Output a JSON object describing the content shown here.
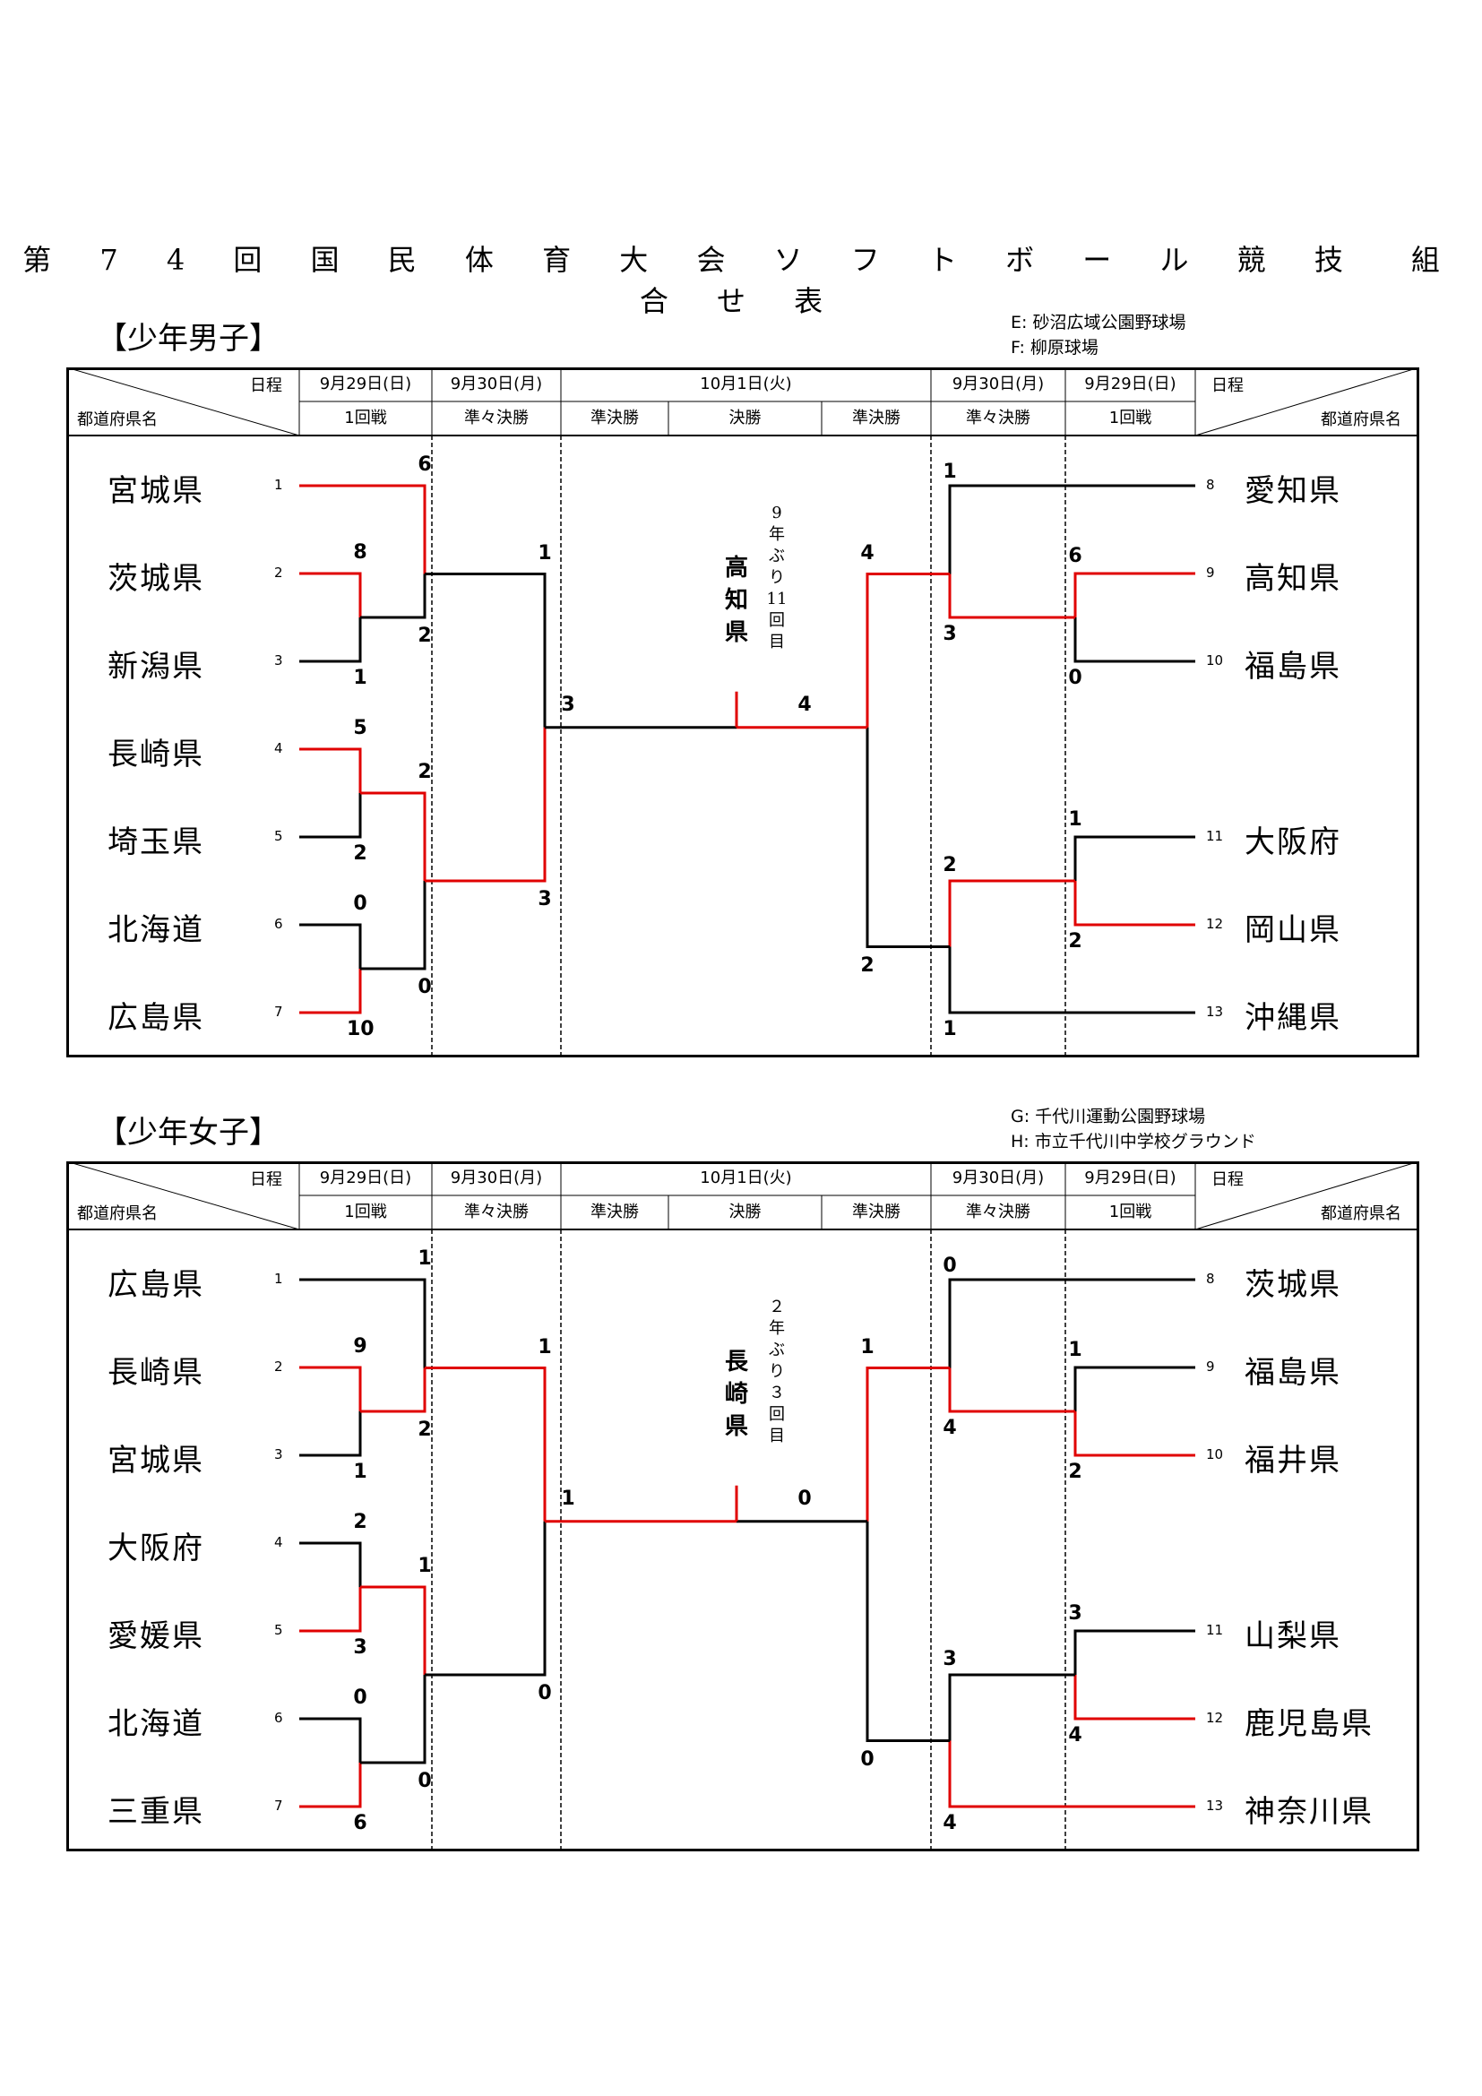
{
  "title": "第 7 4 回 国 民 体 育 大 会 ソ フ ト ボ ー ル 競 技　組 合 せ 表",
  "header": {
    "schedule_label": "日程",
    "pref_label": "都道府県名",
    "dates": [
      "9月29日(日)",
      "9月30日(月)",
      "10月1日(火)",
      "9月30日(月)",
      "9月29日(日)"
    ],
    "rounds": [
      "1回戦",
      "準々決勝",
      "準決勝",
      "決勝",
      "準決勝",
      "準々決勝",
      "1回戦"
    ]
  },
  "colors": {
    "win_line": "#e00000",
    "line": "#000000"
  },
  "boys": {
    "label": "【少年男子】",
    "venues": [
      "E: 砂沼広域公園野球場",
      "F: 柳原球場"
    ],
    "left_teams": [
      {
        "seed": "1",
        "name": "宮城県"
      },
      {
        "seed": "2",
        "name": "茨城県"
      },
      {
        "seed": "3",
        "name": "新潟県"
      },
      {
        "seed": "4",
        "name": "長崎県"
      },
      {
        "seed": "5",
        "name": "埼玉県"
      },
      {
        "seed": "6",
        "name": "北海道"
      },
      {
        "seed": "7",
        "name": "広島県"
      }
    ],
    "right_teams": [
      {
        "seed": "8",
        "name": "愛知県"
      },
      {
        "seed": "9",
        "name": "高知県"
      },
      {
        "seed": "10",
        "name": "福島県"
      },
      {
        "seed": "11",
        "name": "大阪府"
      },
      {
        "seed": "12",
        "name": "岡山県"
      },
      {
        "seed": "13",
        "name": "沖縄県"
      }
    ],
    "champion": [
      "高",
      "知",
      "県"
    ],
    "champion_note": [
      "9",
      "年",
      "ぶ",
      "り",
      "11",
      "回",
      "目"
    ],
    "scores": {
      "r1_2v3": [
        "8",
        "1"
      ],
      "r1_4v5": [
        "5",
        "2"
      ],
      "r1_6v7": [
        "0",
        "10"
      ],
      "qf_1v23": [
        "6",
        "2"
      ],
      "qf_45v67": [
        "2",
        "0"
      ],
      "sf_left": [
        "1",
        "3"
      ],
      "final": [
        "3",
        "4"
      ],
      "sf_right": [
        "4",
        "2"
      ],
      "qf_8v910": [
        "1",
        "3"
      ],
      "r1_9v10": [
        "6",
        "0"
      ],
      "r1_11v12": [
        "1",
        "2"
      ],
      "qf_1112v13": [
        "2",
        "1"
      ]
    }
  },
  "girls": {
    "label": "【少年女子】",
    "venues": [
      "G: 千代川運動公園野球場",
      "H: 市立千代川中学校グラウンド"
    ],
    "left_teams": [
      {
        "seed": "1",
        "name": "広島県"
      },
      {
        "seed": "2",
        "name": "長崎県"
      },
      {
        "seed": "3",
        "name": "宮城県"
      },
      {
        "seed": "4",
        "name": "大阪府"
      },
      {
        "seed": "5",
        "name": "愛媛県"
      },
      {
        "seed": "6",
        "name": "北海道"
      },
      {
        "seed": "7",
        "name": "三重県"
      }
    ],
    "right_teams": [
      {
        "seed": "8",
        "name": "茨城県"
      },
      {
        "seed": "9",
        "name": "福島県"
      },
      {
        "seed": "10",
        "name": "福井県"
      },
      {
        "seed": "11",
        "name": "山梨県"
      },
      {
        "seed": "12",
        "name": "鹿児島県"
      },
      {
        "seed": "13",
        "name": "神奈川県"
      }
    ],
    "champion": [
      "長",
      "崎",
      "県"
    ],
    "champion_note": [
      "２",
      "年",
      "ぶ",
      "り",
      "３",
      "回",
      "目"
    ],
    "scores": {
      "r1_2v3": [
        "9",
        "1"
      ],
      "r1_4v5": [
        "2",
        "3"
      ],
      "r1_6v7": [
        "0",
        "6"
      ],
      "qf_1v23": [
        "1",
        "2"
      ],
      "qf_45v67": [
        "1",
        "0"
      ],
      "sf_left": [
        "1",
        "0"
      ],
      "final": [
        "1",
        "0"
      ],
      "sf_right": [
        "1",
        "0"
      ],
      "qf_8v910": [
        "0",
        "4"
      ],
      "r1_9v10": [
        "1",
        "2"
      ],
      "r1_11v12": [
        "3",
        "4"
      ],
      "qf_1112v13": [
        "3",
        "4"
      ]
    }
  }
}
